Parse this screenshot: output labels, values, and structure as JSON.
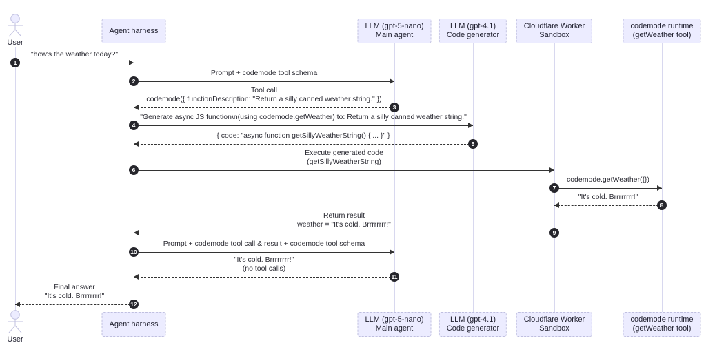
{
  "colors": {
    "participant_fill": "#ECECFF",
    "participant_border": "#bfbfdf",
    "lifeline": "#d8d8ef",
    "arrow": "#333333",
    "number_badge_bg": "#26262c",
    "number_badge_text": "#ffffff",
    "text": "#2b2b33",
    "background": "#ffffff"
  },
  "participants": {
    "user": {
      "label": "User"
    },
    "agent": {
      "label": "Agent harness"
    },
    "llm_nano": {
      "line1": "LLM (gpt-5-nano)",
      "line2": "Main agent"
    },
    "llm_41": {
      "line1": "LLM (gpt-4.1)",
      "line2": "Code generator"
    },
    "worker": {
      "line1": "Cloudflare Worker",
      "line2": "Sandbox"
    },
    "runtime": {
      "line1": "codemode runtime",
      "line2": "(getWeather tool)"
    }
  },
  "messages": {
    "m1": {
      "num": "1",
      "from": "User",
      "to": "Agent harness",
      "style": "solid",
      "line1": "\"how's the weather today?\""
    },
    "m2": {
      "num": "2",
      "from": "Agent harness",
      "to": "LLM (gpt-5-nano) Main agent",
      "style": "solid",
      "line1": "Prompt + codemode tool schema"
    },
    "m3": {
      "num": "3",
      "from": "LLM (gpt-5-nano) Main agent",
      "to": "Agent harness",
      "style": "dashed",
      "line1": "Tool call",
      "line2": "codemode({ functionDescription: \"Return a silly canned weather string.\" })"
    },
    "m4": {
      "num": "4",
      "from": "Agent harness",
      "to": "LLM (gpt-4.1) Code generator",
      "style": "solid",
      "line1": "\"Generate async JS function\\n(using codemode.getWeather) to: Return a silly canned weather string.\""
    },
    "m5": {
      "num": "5",
      "from": "LLM (gpt-4.1) Code generator",
      "to": "Agent harness",
      "style": "dashed",
      "line1": "{ code: \"async function getSillyWeatherString() { ... }\" }"
    },
    "m6": {
      "num": "6",
      "from": "Agent harness",
      "to": "Cloudflare Worker Sandbox",
      "style": "solid",
      "line1": "Execute generated code",
      "line2": "(getSillyWeatherString)"
    },
    "m7": {
      "num": "7",
      "from": "Cloudflare Worker Sandbox",
      "to": "codemode runtime (getWeather tool)",
      "style": "solid",
      "line1": "codemode.getWeather({})"
    },
    "m8": {
      "num": "8",
      "from": "codemode runtime (getWeather tool)",
      "to": "Cloudflare Worker Sandbox",
      "style": "dashed",
      "line1": "\"It's cold. Brrrrrrrr!\""
    },
    "m9": {
      "num": "9",
      "from": "Cloudflare Worker Sandbox",
      "to": "Agent harness",
      "style": "dashed",
      "line1": "Return result",
      "line2": "weather = \"It's cold. Brrrrrrrr!\""
    },
    "m10": {
      "num": "10",
      "from": "Agent harness",
      "to": "LLM (gpt-5-nano) Main agent",
      "style": "solid",
      "line1": "Prompt + codemode tool call & result + codemode tool schema"
    },
    "m11": {
      "num": "11",
      "from": "LLM (gpt-5-nano) Main agent",
      "to": "Agent harness",
      "style": "dashed",
      "line1": "\"It's cold. Brrrrrrrr!\"",
      "line2": "(no tool calls)"
    },
    "m12": {
      "num": "12",
      "from": "Agent harness",
      "to": "User",
      "style": "dashed",
      "line1": "Final answer",
      "line2": "\"It's cold. Brrrrrrrr!\""
    }
  }
}
